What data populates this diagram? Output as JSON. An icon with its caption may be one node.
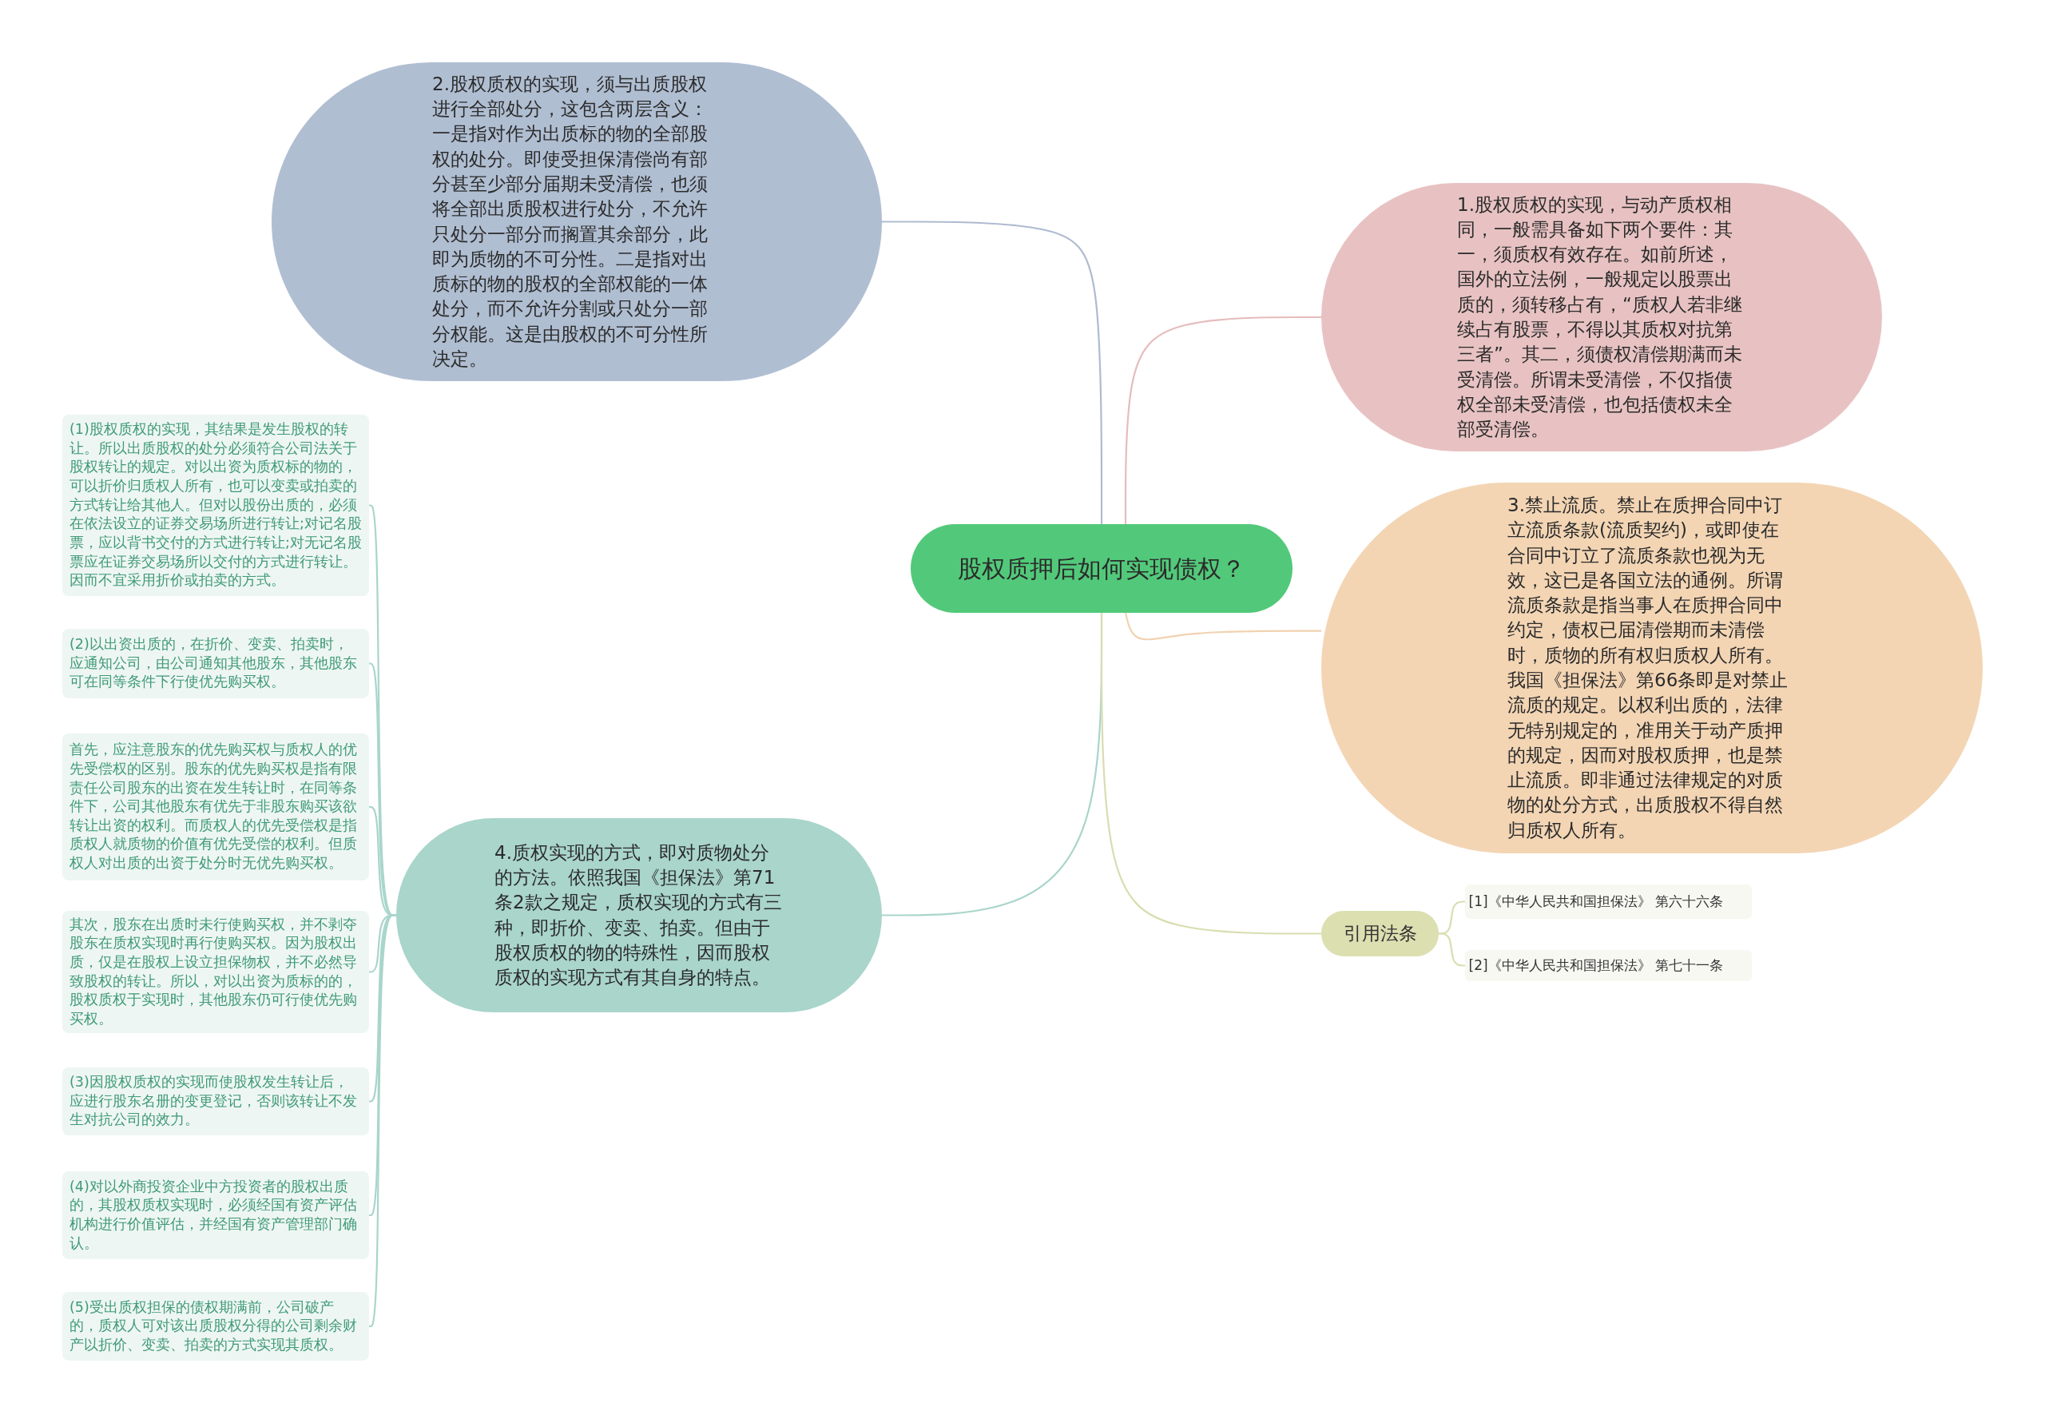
{
  "diagram": {
    "nodes": [
      {
        "text": [
          "股权质押后如何实现债权？"
        ]
      },
      {
        "text": [
          "2.股权质权的实现，须与出质股权进行全部处分，这包含两层含义：一是指对作为出质标的物的全部股权的处分。即使受担保清偿尚有部分甚至少部分届期未受清偿，也须将全部出质股权进行处分，不允许只处分一部分而搁置其余部分，此即为质物的不可分性。二是指对出质标的物的股权的全部权能的一体处分，而不允许分割或只处分一部分权能。这是由股权的不可分性所决定。"
        ]
      },
      {
        "text": [
          "1.股权质权的实现，与动产质权相同，一般需具备如下两个要件：其一，须质权有效存在。如前所述，国外的立法例，一般规定以股票出质的，须转移占有，“质权人若非继续占有股票，不得以其质权对抗第三者”。其二，须债权清偿期满而未受清偿。所谓未受清偿，不仅指债权全部未受清偿，也包括债权未全部受清偿。"
        ]
      },
      {
        "text": [
          "3.禁止流质。禁止在质押合同中订立流质条款(流质契约)，或即使在合同中订立了流质条款也视为无效，这已是各国立法的通例。所谓流质条款是指当事人在质押合同中约定，债权已届清偿期而未清偿时，质物的所有权归质权人所有。我国《担保法》第66条即是对禁止流质的规定。以权利出质的，法律无特别规定的，准用关于动产质押的规定，因而对股权质押，也是禁止流质。即非通过法律规定的对质物的处分方式，出质股权不得自然归质权人所有。"
        ]
      },
      {
        "text": [
          "4.质权实现的方式，即对质物处分的方法。依照我国《担保法》第71条2款之规定，质权实现的方式有三种，即折价、变卖、拍卖。但由于股权质权的物的特殊性，因而股权质权的实现方式有其自身的特点。"
        ]
      },
      {
        "text": [
          "(1)股权质权的实现，其结果是发生股权的转让。所以出质股权的处分必须符合公司法关于股权转让的规定。对以出资为质权标的物的，可以折价归质权人所有，也可以变卖或拍卖的方式转让给其他人。但对以股份出质的，必须在依法设立的证券交易场所进行转让;对记名股票，应以背书交付的方式进行转让;对无记名股票应在证券交易场所以交付的方式进行转让。因而不宜采用折价或拍卖的方式。"
        ]
      },
      {
        "text": [
          "(2)以出资出质的，在折价、变卖、拍卖时，应通知公司，由公司通知其他股东，其他股东可在同等条件下行使优先购买权。"
        ]
      },
      {
        "text": [
          "首先，应注意股东的优先购买权与质权人的优先受偿权的区别。股东的优先购买权是指有限责任公司股东的出资在发生转让时，在同等条件下，公司其他股东有优先于非股东购买该欲转让出资的权利。而质权人的优先受偿权是指质权人就质物的价值有优先受偿的权利。但质权人对出质的出资于处分时无优先购买权。"
        ]
      },
      {
        "text": [
          "其次，股东在出质时未行使购买权，并不剥夺股东在质权实现时再行使购买权。因为股权出质，仅是在股权上设立担保物权，并不必然导致股权的转让。所以，对以出资为质标的的，股权质权于实现时，其他股东仍可行使优先购买权。"
        ]
      },
      {
        "text": [
          "(3)因股权质权的实现而使股权发生转让后，应进行股东名册的变更登记，否则该转让不发生对抗公司的效力。"
        ]
      },
      {
        "text": [
          "(4)对以外商投资企业中方投资者的股权出质的，其股权质权实现时，必须经国有资产评估机构进行价值评估，并经国有资产管理部门确认。"
        ]
      },
      {
        "text": [
          "(5)受出质权担保的债权期满前，公司破产的，质权人可对该出质股权分得的公司剩余财产以折价、变卖、拍卖的方式实现其质权。"
        ]
      },
      {
        "text": [
          "引用法条"
        ]
      },
      {
        "text": [
          "[1]《中华人民共和国担保法》 第六十六条"
        ]
      },
      {
        "text": [
          "[2]《中华人民共和国担保法》 第七十一条"
        ]
      }
    ],
    "edges": [
      {
        "from": 0,
        "to": 1,
        "arrow": "none",
        "color": "#aebbd0"
      },
      {
        "from": 0,
        "to": 2,
        "arrow": "none",
        "color": "#e6bcbc"
      },
      {
        "from": 0,
        "to": 3,
        "arrow": "none",
        "color": "#f1d2b2"
      },
      {
        "from": 0,
        "to": 4,
        "arrow": "none"
      },
      {
        "from": 4,
        "to": 5,
        "arrow": "none"
      },
      {
        "from": 4,
        "to": 6,
        "arrow": "none"
      },
      {
        "from": 4,
        "to": 7,
        "arrow": "none"
      },
      {
        "from": 4,
        "to": 8,
        "arrow": "none"
      },
      {
        "from": 4,
        "to": 9,
        "arrow": "none"
      },
      {
        "from": 4,
        "to": 10,
        "arrow": "none"
      },
      {
        "from": 4,
        "to": 11,
        "arrow": "none"
      },
      {
        "from": 0,
        "to": 12,
        "arrow": "none",
        "color": "#d9ddb0"
      },
      {
        "from": 12,
        "to": 13,
        "arrow": "none",
        "color": "#d9ddb0"
      },
      {
        "from": 12,
        "to": 14,
        "arrow": "none",
        "color": "#d9ddb0"
      }
    ]
  }
}
